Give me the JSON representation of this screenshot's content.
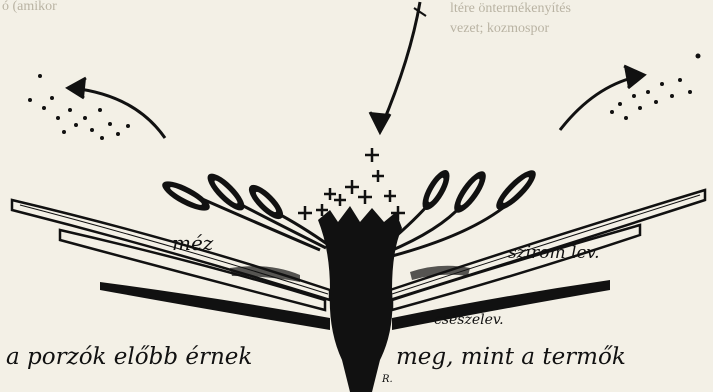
{
  "top_text": {
    "left_fragment": "ó (amikor",
    "right_fragment_1": "ltére öntermékenyítés",
    "right_fragment_2": "vezet; kozmospor"
  },
  "labels": {
    "nectar": "méz",
    "petal": "szirom lev.",
    "sepal": "csészelev.",
    "caption_left": "a porzók előbb érnek",
    "caption_right": "meg, mint a termők",
    "signature": "R."
  },
  "colors": {
    "ink": "#111111",
    "paper": "#f3f0e6"
  }
}
